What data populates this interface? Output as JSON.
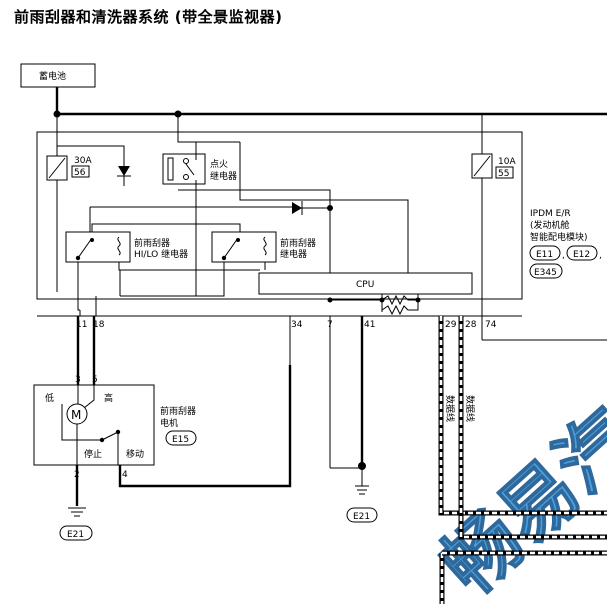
{
  "title": "前雨刮器和清洗器系统 (带全景监视器)",
  "battery": "蓄电池",
  "fuse_30a": {
    "rating": "30A",
    "number": "56"
  },
  "fuse_10a": {
    "rating": "10A",
    "number": "55"
  },
  "ignition_relay": {
    "line1": "点火",
    "line2": "继电器"
  },
  "hilo_relay": {
    "line1": "前雨刮器",
    "line2": "HI/LO 继电器"
  },
  "wiper_relay": {
    "line1": "前雨刮器",
    "line2": "继电器"
  },
  "cpu": "CPU",
  "ipdm": {
    "line1": "IPDM E/R",
    "line2": "(发动机舱",
    "line3": "智能配电模块)",
    "conn1": "E11",
    "conn2": "E12",
    "conn3": "E345",
    "sep": ","
  },
  "pins": {
    "p11": "11",
    "p18": "18",
    "p34": "34",
    "p7": "7",
    "p41": "41",
    "p29": "29",
    "p28": "28",
    "p74": "74",
    "m3": "3",
    "m5": "5",
    "m2": "2",
    "m4": "4"
  },
  "motor": {
    "low": "低",
    "high": "高",
    "symbol": "M",
    "stop": "停止",
    "move": "移动",
    "name1": "前雨刮器",
    "name2": "电机",
    "conn": "E15"
  },
  "ground_left": "E21",
  "ground_mid": "E21",
  "data_line_1": "数据线",
  "data_line_2": "数据线",
  "watermark": "畅易汽"
}
